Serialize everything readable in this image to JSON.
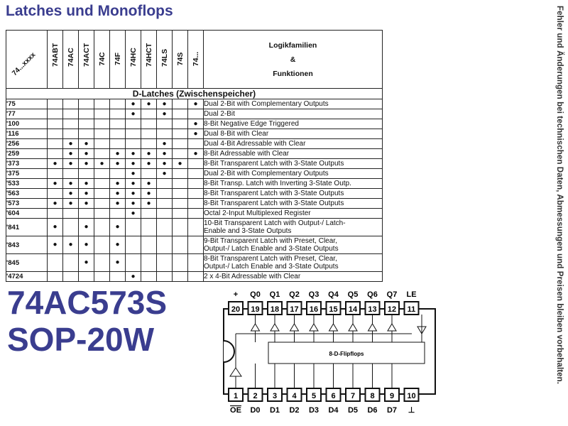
{
  "title": "Latches und Monoflops",
  "side_note": "Fehler und Änderungen bei technischen Daten, Abmessungen und Preisen bleiben vorbehalten.",
  "table": {
    "corner_label": "74...xxxx",
    "families": [
      "74ABT",
      "74AC",
      "74ACT",
      "74C",
      "74F",
      "74HC",
      "74HCT",
      "74LS",
      "74S",
      "74..."
    ],
    "header_line1": "Logikfamilien",
    "header_line2": "&",
    "header_line3": "Funktionen",
    "section": "D-Latches (Zwischenspeicher)",
    "rows": [
      {
        "num": "'75",
        "dots": [
          0,
          0,
          0,
          0,
          0,
          1,
          1,
          1,
          0,
          1
        ],
        "desc1": "Dual 2-Bit with Complementary Outputs",
        "desc2": ""
      },
      {
        "num": "'77",
        "dots": [
          0,
          0,
          0,
          0,
          0,
          1,
          0,
          1,
          0,
          0
        ],
        "desc1": "Dual 2-Bit",
        "desc2": ""
      },
      {
        "num": "'100",
        "dots": [
          0,
          0,
          0,
          0,
          0,
          0,
          0,
          0,
          0,
          1
        ],
        "desc1": "8-Bit Negative Edge Triggered",
        "desc2": ""
      },
      {
        "num": "'116",
        "dots": [
          0,
          0,
          0,
          0,
          0,
          0,
          0,
          0,
          0,
          1
        ],
        "desc1": "Dual 8-Bit with Clear",
        "desc2": ""
      },
      {
        "num": "'256",
        "dots": [
          0,
          1,
          1,
          0,
          0,
          0,
          0,
          1,
          0,
          0
        ],
        "desc1": "Dual 4-Bit Adressable with Clear",
        "desc2": ""
      },
      {
        "num": "'259",
        "dots": [
          0,
          1,
          1,
          0,
          1,
          1,
          1,
          1,
          0,
          1
        ],
        "desc1": "8-Bit Adressable with Clear",
        "desc2": ""
      },
      {
        "num": "'373",
        "dots": [
          1,
          1,
          1,
          1,
          1,
          1,
          1,
          1,
          1,
          0
        ],
        "desc1": "8-Bit Transparent Latch with 3-State Outputs",
        "desc2": ""
      },
      {
        "num": "'375",
        "dots": [
          0,
          0,
          0,
          0,
          0,
          1,
          0,
          1,
          0,
          0
        ],
        "desc1": "Dual 2-Bit with Complementary Outputs",
        "desc2": ""
      },
      {
        "num": "'533",
        "dots": [
          1,
          1,
          1,
          0,
          1,
          1,
          1,
          0,
          0,
          0
        ],
        "desc1": "8-Bit Transp. Latch with Inverting 3-State Outp.",
        "desc2": ""
      },
      {
        "num": "'563",
        "dots": [
          0,
          1,
          1,
          0,
          1,
          1,
          1,
          0,
          0,
          0
        ],
        "desc1": "8-Bit Transparent Latch with 3-State Outputs",
        "desc2": ""
      },
      {
        "num": "'573",
        "dots": [
          1,
          1,
          1,
          0,
          1,
          1,
          1,
          0,
          0,
          0
        ],
        "desc1": "8-Bit Transparent Latch with 3-State Outputs",
        "desc2": ""
      },
      {
        "num": "'604",
        "dots": [
          0,
          0,
          0,
          0,
          0,
          1,
          0,
          0,
          0,
          0
        ],
        "desc1": "Octal 2-Input Multiplexed Register",
        "desc2": ""
      },
      {
        "num": "'841",
        "dots": [
          1,
          0,
          1,
          0,
          1,
          0,
          0,
          0,
          0,
          0
        ],
        "desc1": "10-Bit Transparent Latch with Output-/ Latch-",
        "desc2": "Enable and 3-State Outputs"
      },
      {
        "num": "'843",
        "dots": [
          1,
          1,
          1,
          0,
          1,
          0,
          0,
          0,
          0,
          0
        ],
        "desc1": "9-Bit Transparent Latch with Preset, Clear,",
        "desc2": "Output-/ Latch Enable and 3-State Outputs"
      },
      {
        "num": "'845",
        "dots": [
          0,
          0,
          1,
          0,
          1,
          0,
          0,
          0,
          0,
          0
        ],
        "desc1": "8-Bit Transparent Latch with Preset, Clear,",
        "desc2": "Output-/ Latch Enable and 3-State Outputs"
      },
      {
        "num": "'4724",
        "dots": [
          0,
          0,
          0,
          0,
          0,
          1,
          0,
          0,
          0,
          0
        ],
        "desc1": "2 x 4-Bit Adressable with Clear",
        "desc2": ""
      }
    ]
  },
  "part_number": "74AC573S",
  "package": "SOP-20W",
  "chip": {
    "top_pins": [
      "20",
      "19",
      "18",
      "17",
      "16",
      "15",
      "14",
      "13",
      "12",
      "11"
    ],
    "top_labels": [
      "+",
      "Q0",
      "Q1",
      "Q2",
      "Q3",
      "Q4",
      "Q5",
      "Q6",
      "Q7",
      "LE"
    ],
    "bottom_pins": [
      "1",
      "2",
      "3",
      "4",
      "5",
      "6",
      "7",
      "8",
      "9",
      "10"
    ],
    "bottom_labels": [
      "OE",
      "D0",
      "D1",
      "D2",
      "D3",
      "D4",
      "D5",
      "D6",
      "D7",
      "⊥"
    ],
    "block_label": "8-D-Flipflops"
  }
}
